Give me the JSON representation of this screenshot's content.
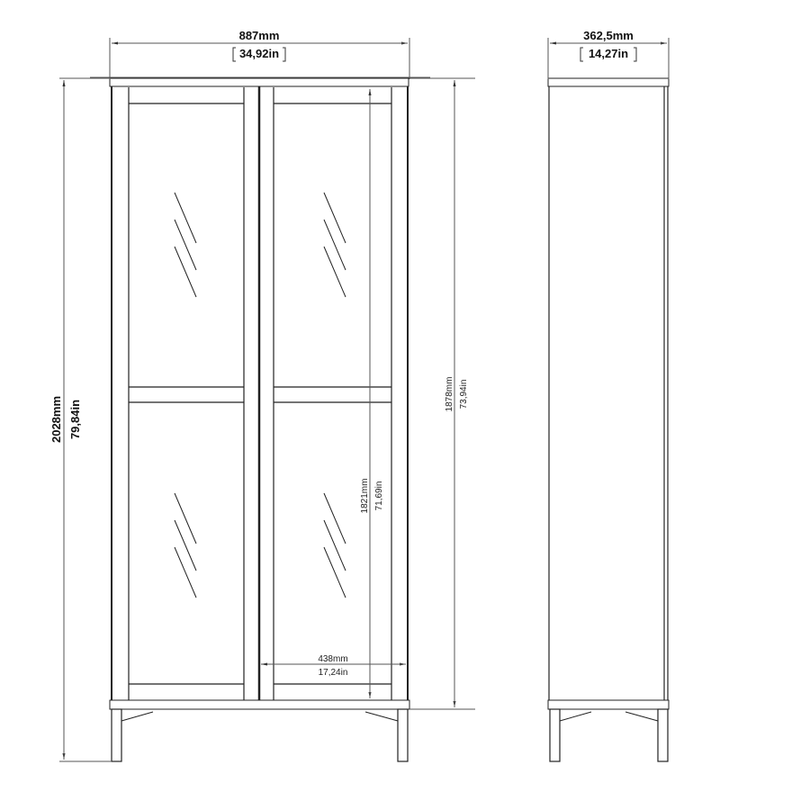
{
  "diagram": {
    "title": "Glass-door cabinet dimension drawing",
    "views": [
      "front-view",
      "side-view"
    ],
    "dimensions": {
      "overall_width": {
        "mm": "887mm",
        "in": "34,92in"
      },
      "overall_depth": {
        "mm": "362,5mm",
        "in": "14,27in"
      },
      "overall_height": {
        "mm": "2028mm",
        "in": "79,84in"
      },
      "body_height": {
        "mm": "1878mm",
        "in": "73,94in"
      },
      "door_height": {
        "mm": "1821mm",
        "in": "71,69in"
      },
      "door_width": {
        "mm": "438mm",
        "in": "17,24in"
      }
    },
    "colors": {
      "line": "#222222",
      "dim_line": "#555555",
      "background": "#ffffff"
    }
  }
}
